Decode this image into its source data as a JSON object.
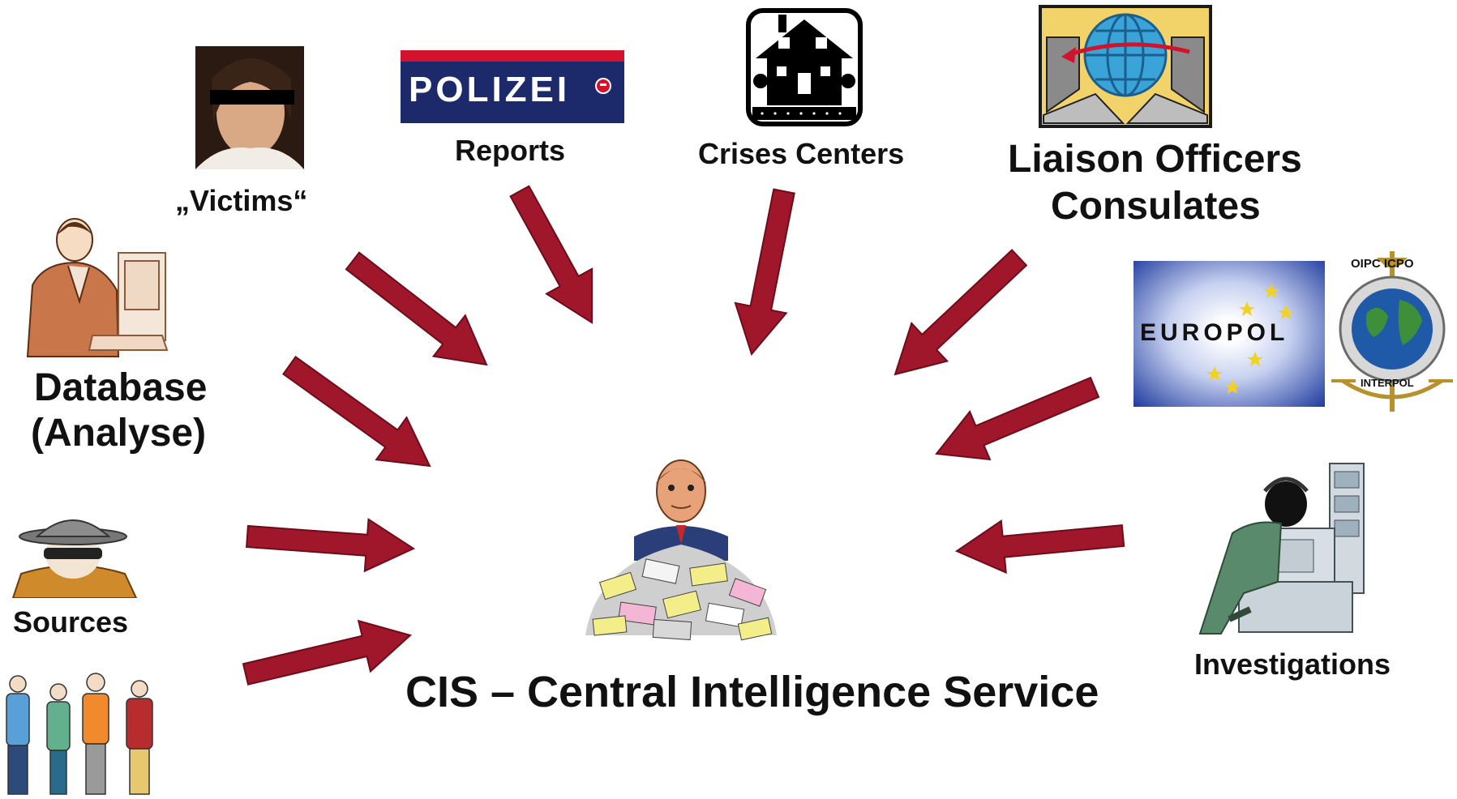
{
  "labels": {
    "victims": "„Victims“",
    "reports": "Reports",
    "crises_centers": "Crises Centers",
    "liaison_line1": "Liaison Officers",
    "liaison_line2": "Consulates",
    "database_line1": "Database",
    "database_line2": "(Analyse)",
    "sources": "Sources",
    "investigations": "Investigations",
    "center": "CIS – Central Intelligence Service"
  },
  "logos": {
    "polizei": "POLIZEI",
    "europol": "EUROPOL",
    "interpol_top": "OIPC ICPO",
    "interpol_bottom": "INTERPOL"
  },
  "colors": {
    "arrow": "#a0162a",
    "arrow_dark": "#6e0c1a",
    "polizei_bar": "#d3122c",
    "polizei_navy": "#1c2a6b",
    "europol_blue": "#1e3a9e",
    "europol_star": "#f2d21c"
  }
}
